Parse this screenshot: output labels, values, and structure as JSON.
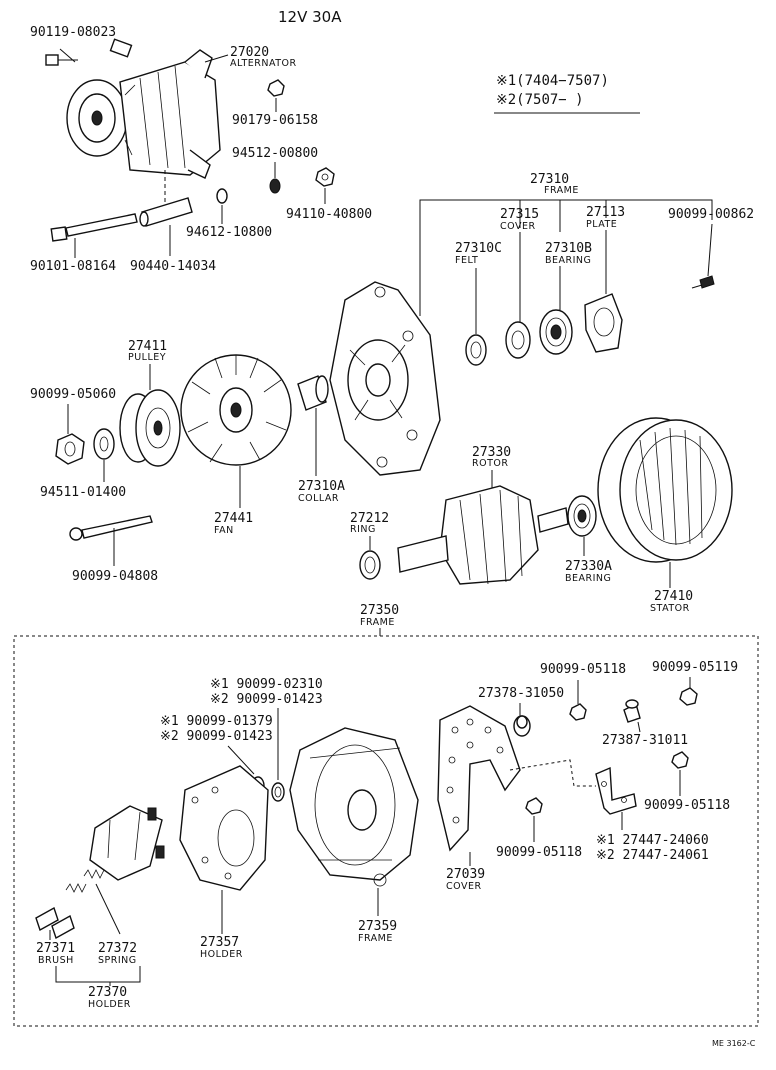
{
  "header": {
    "title": "12V   30A"
  },
  "notes": {
    "line1": "※1(7404−7507)",
    "line2": "※2(7507−      )"
  },
  "labels": {
    "p90119": "90119-08023",
    "p27020": "27020",
    "p27020s": "ALTERNATOR",
    "p90179": "90179-06158",
    "p94512": "94512-00800",
    "p94110": "94110-40800",
    "p94612": "94612-10800",
    "p90101": "90101-08164",
    "p90440": "90440-14034",
    "p27310": "27310",
    "p27310s": "FRAME",
    "p27315": "27315",
    "p27315s": "COVER",
    "p27113": "27113",
    "p27113s": "PLATE",
    "p90099_00862": "90099-00862",
    "p27310C": "27310C",
    "p27310Cs": "FELT",
    "p27310B": "27310B",
    "p27310Bs": "BEARING",
    "p27411": "27411",
    "p27411s": "PULLEY",
    "p90099_05060": "90099-05060",
    "p94511": "94511-01400",
    "p27441": "27441",
    "p27441s": "FAN",
    "p27310A": "27310A",
    "p27310As": "COLLAR",
    "p27330": "27330",
    "p27330s": "ROTOR",
    "p27212": "27212",
    "p27212s": "RING",
    "p27330A": "27330A",
    "p27330As": "BEARING",
    "p27410": "27410",
    "p27410s": "STATOR",
    "p90099_04808": "90099-04808",
    "p27350": "27350",
    "p27350s": "FRAME",
    "p90099_02310": "※1 90099-02310",
    "p90099_01423a": "※2 90099-01423",
    "p90099_01379": "※1 90099-01379",
    "p90099_01423b": "※2 90099-01423",
    "p27378": "27378-31050",
    "p90099_05118a": "90099-05118",
    "p90099_05119": "90099-05119",
    "p27387": "27387-31011",
    "p90099_05118b": "90099-05118",
    "p90099_05118c": "90099-05118",
    "p27447_1": "※1 27447-24060",
    "p27447_2": "※2 27447-24061",
    "p27039": "27039",
    "p27039s": "COVER",
    "p27359": "27359",
    "p27359s": "FRAME",
    "p27357": "27357",
    "p27357s": "HOLDER",
    "p27371": "27371",
    "p27371s": "BRUSH",
    "p27372": "27372",
    "p27372s": "SPRING",
    "p27370": "27370",
    "p27370s": "HOLDER",
    "code": "ME  3162-C"
  }
}
